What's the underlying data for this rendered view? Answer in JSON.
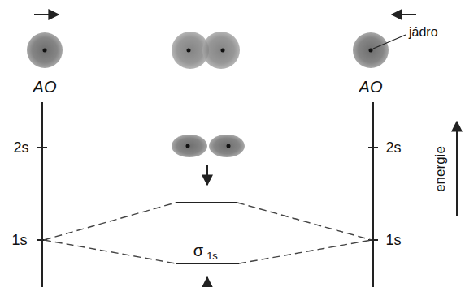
{
  "diagram": {
    "labels": [
      "jádro",
      "AO",
      "AO",
      "2s",
      "2s",
      "1s",
      "1s",
      "σ",
      "1s",
      "energie"
    ]
  }
}
